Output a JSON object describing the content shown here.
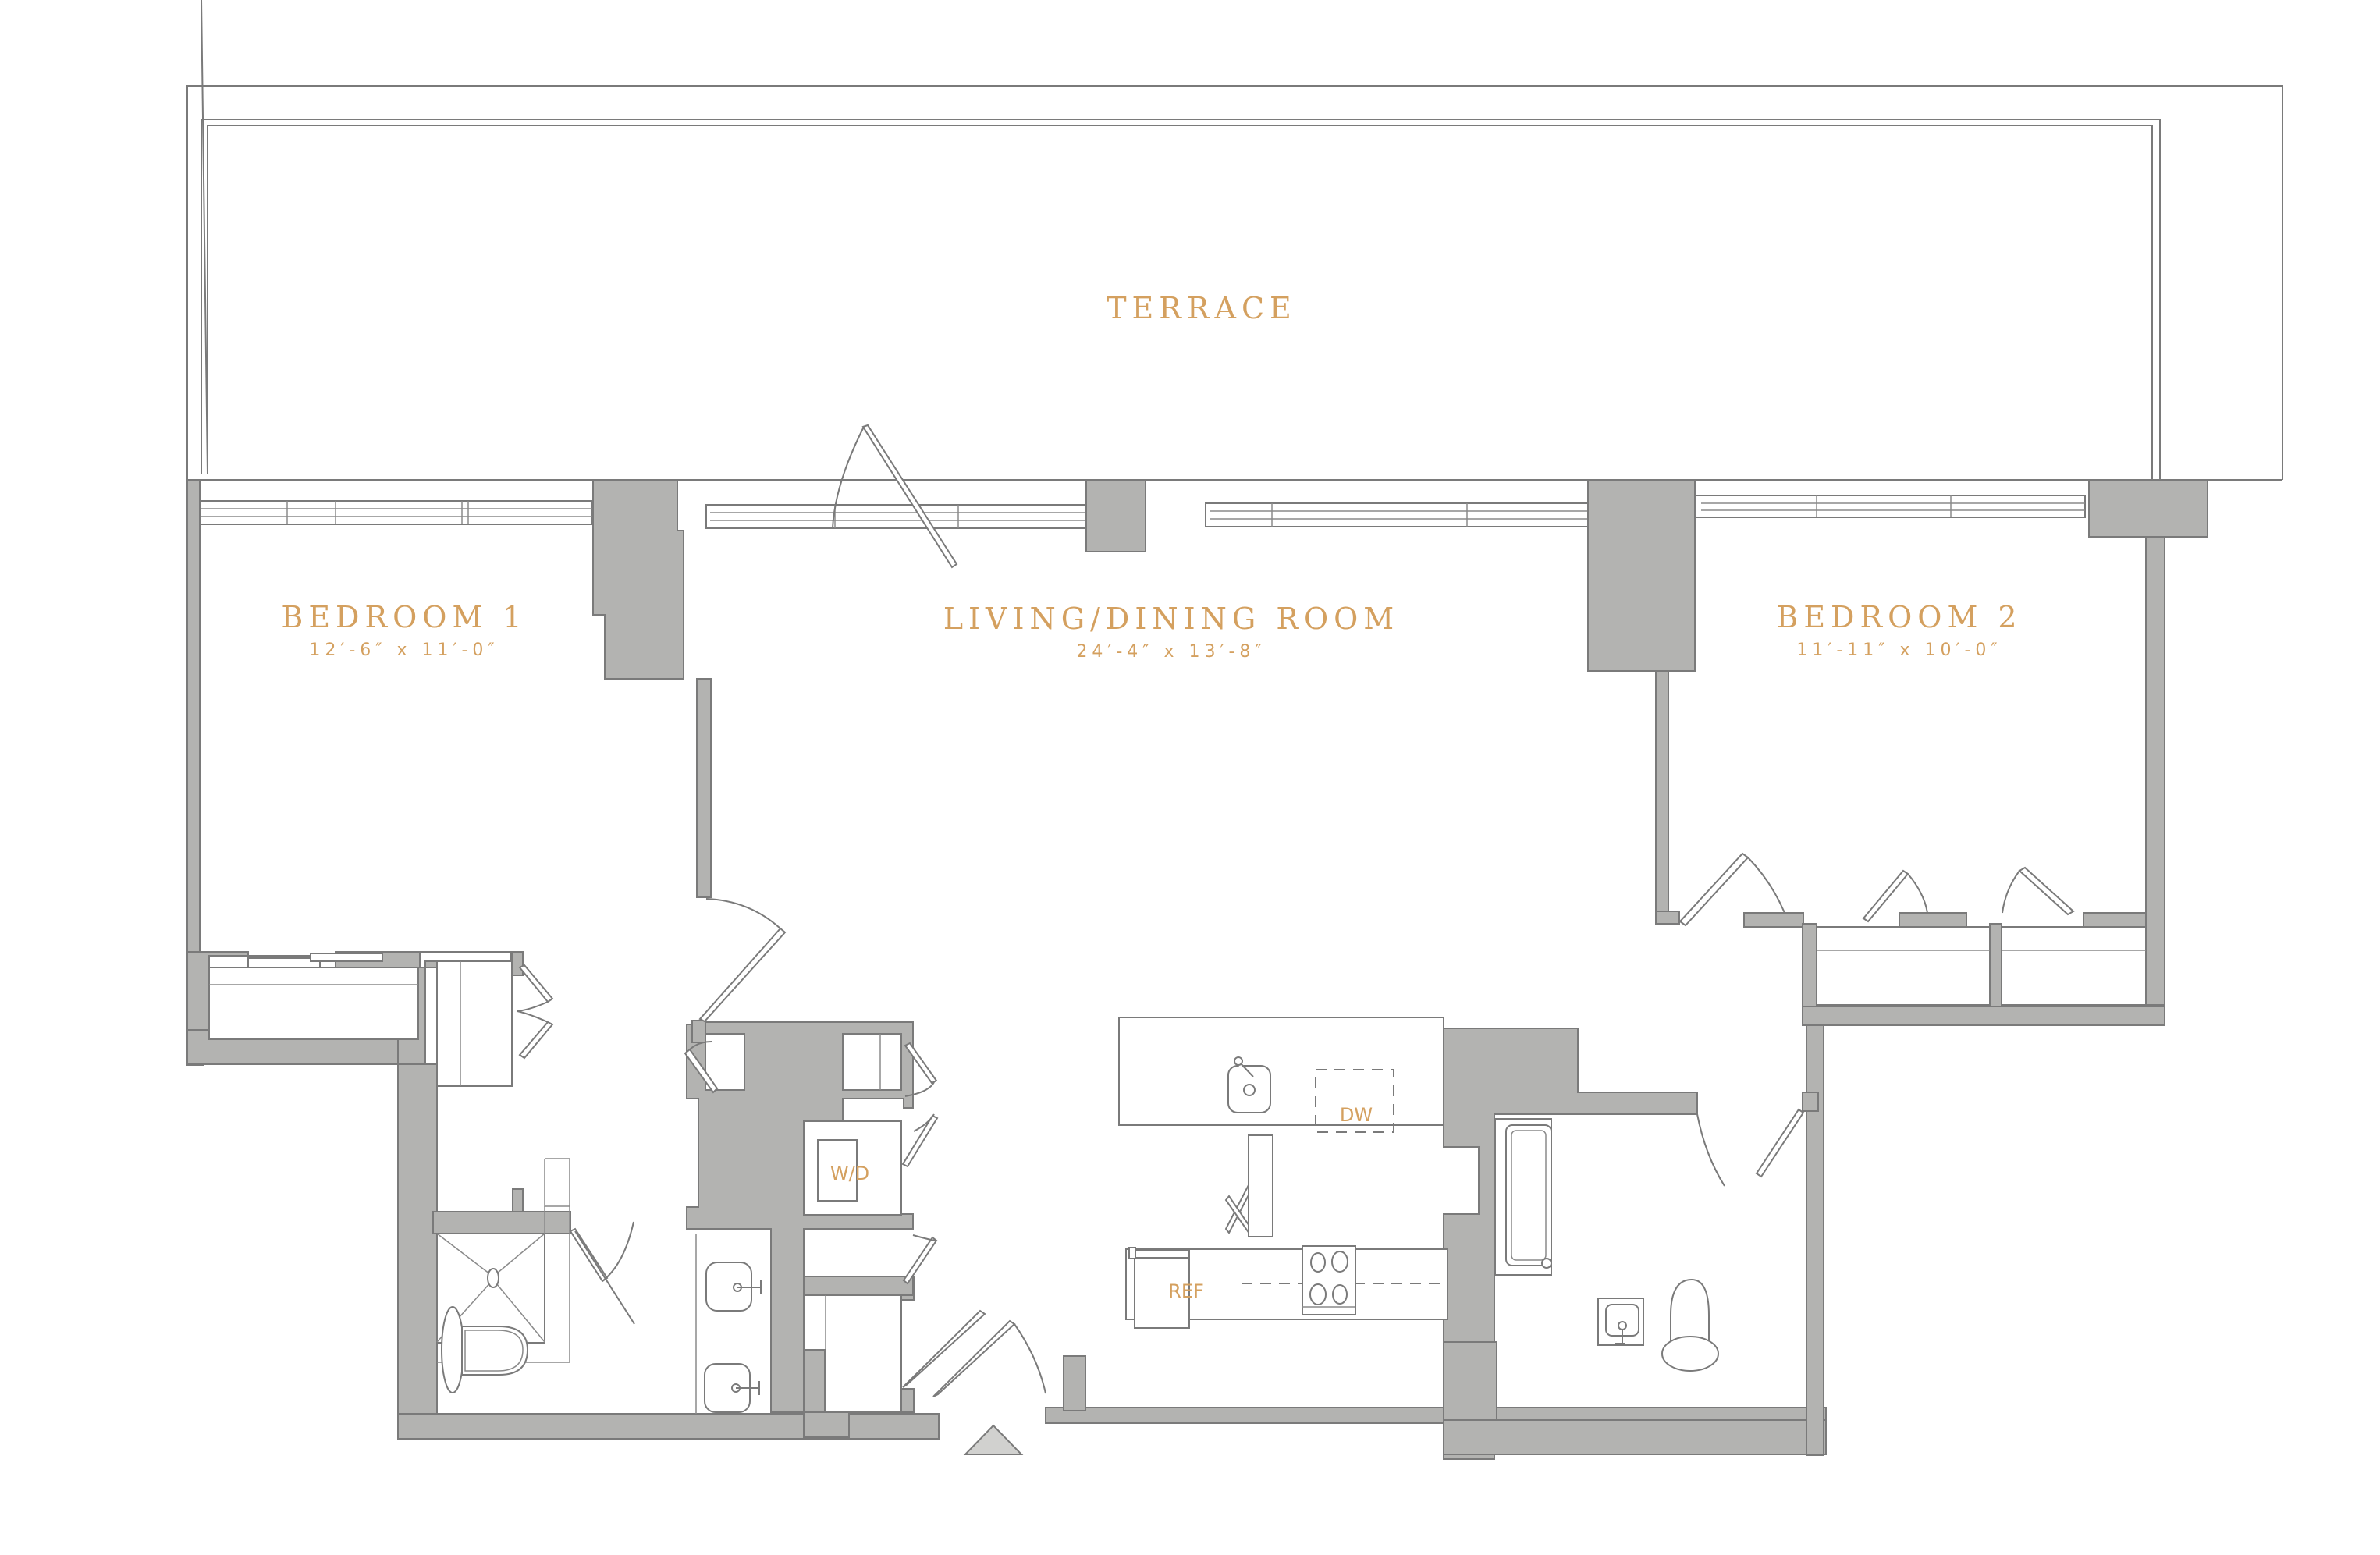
{
  "colors": {
    "wall_fill": "#b3b3b1",
    "line": "#7a7a7a",
    "label": "#d4a05f",
    "background": "#ffffff"
  },
  "rooms": {
    "terrace": {
      "name": "TERRACE"
    },
    "bedroom1": {
      "name": "BEDROOM 1",
      "dimensions": "12′-6″ x 11′-0″"
    },
    "living": {
      "name": "LIVING/DINING ROOM",
      "dimensions": "24′-4″ x 13′-8″"
    },
    "bedroom2": {
      "name": "BEDROOM 2",
      "dimensions": "11′-11″ x 10′-0″"
    }
  },
  "appliances": {
    "washer_dryer": "W/D",
    "dishwasher": "DW",
    "refrigerator": "REF"
  },
  "entry_marker": {
    "icon": "entry-arrow-icon"
  }
}
